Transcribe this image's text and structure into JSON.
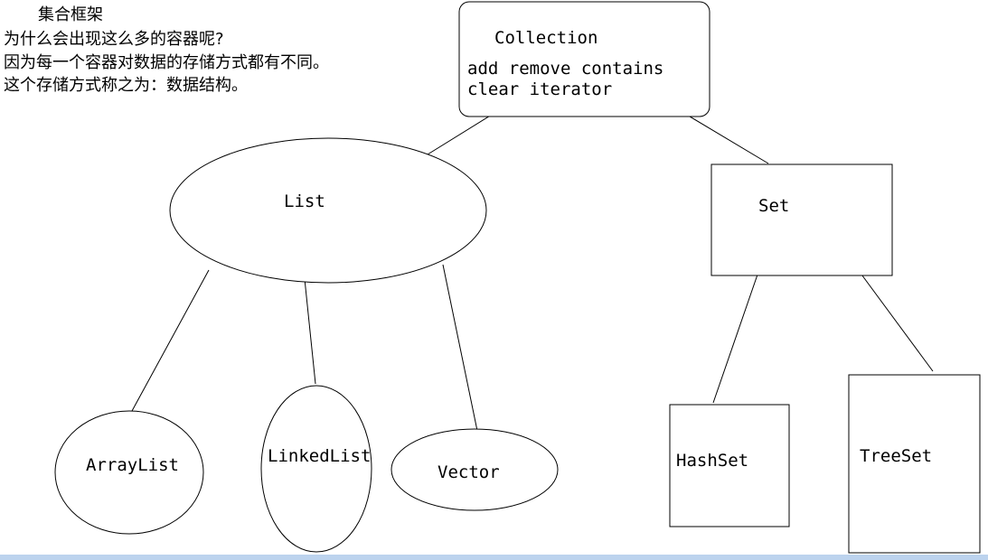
{
  "notes": {
    "title": "集合框架",
    "lines": [
      "为什么会出现这么多的容器呢?",
      "因为每一个容器对数据的存储方式都有不同。",
      "这个存储方式称之为：数据结构。"
    ]
  },
  "nodes": {
    "collection": {
      "label": "Collection",
      "methods_line1": "add remove contains",
      "methods_line2": "clear iterator"
    },
    "list": {
      "label": "List"
    },
    "set": {
      "label": "Set"
    },
    "arraylist": {
      "label": "ArrayList"
    },
    "linkedlist": {
      "label": "LinkedList"
    },
    "vector": {
      "label": "Vector"
    },
    "hashset": {
      "label": "HashSet"
    },
    "treeset": {
      "label": "TreeSet"
    }
  },
  "edges": [
    [
      "collection",
      "list"
    ],
    [
      "collection",
      "set"
    ],
    [
      "list",
      "arraylist"
    ],
    [
      "list",
      "linkedlist"
    ],
    [
      "list",
      "vector"
    ],
    [
      "set",
      "hashset"
    ],
    [
      "set",
      "treeset"
    ]
  ]
}
